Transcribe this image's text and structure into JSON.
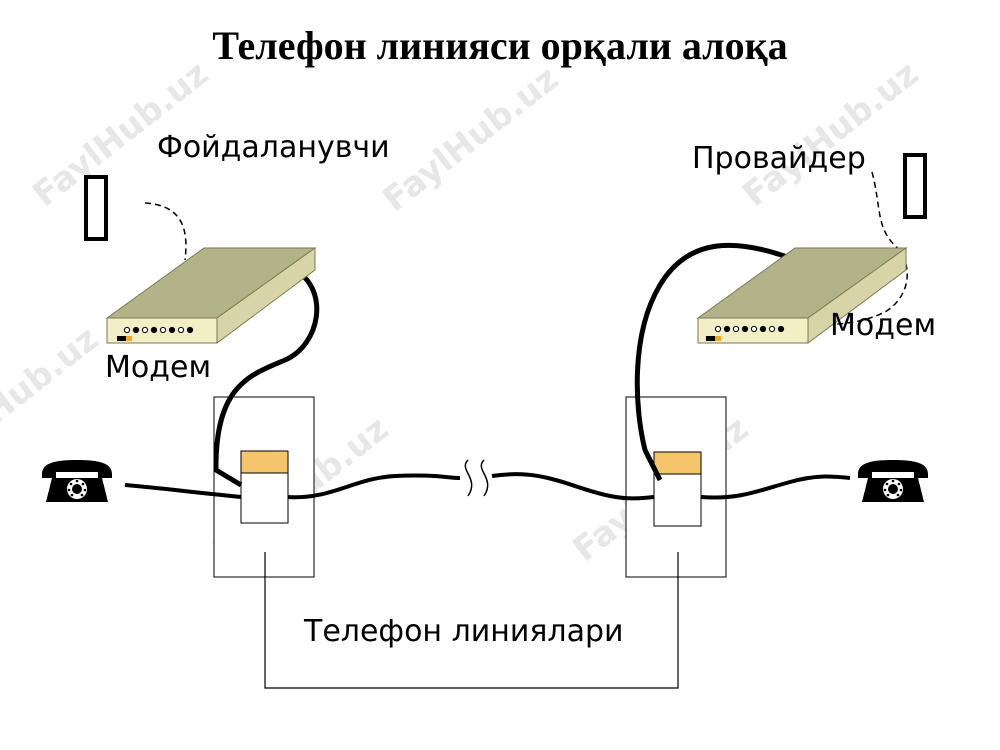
{
  "title": "Телефон линияси орқали алоқа",
  "labels": {
    "user": "Фойдаланувчи",
    "provider": "Провайдер",
    "modem_left": "Модем",
    "modem_right": "Модем",
    "phone_lines": "Телефон линиялари"
  },
  "watermark": "FaylHub.uz",
  "colors": {
    "modem_top": "#b3b38a",
    "modem_front": "#f2eec6",
    "jack": "#f5c56b",
    "cable": "#000000"
  },
  "icons": [
    "telephone-icon",
    "cursor-bar-icon"
  ]
}
